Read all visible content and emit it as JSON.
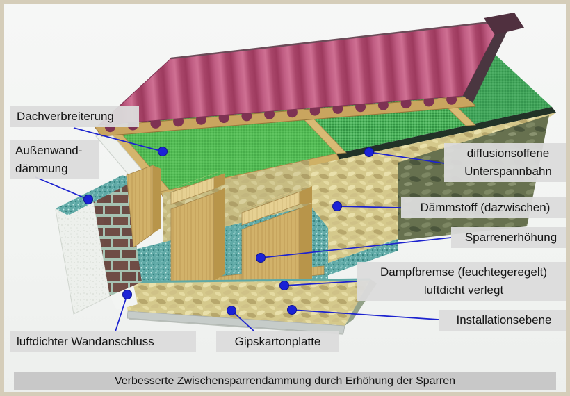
{
  "page": {
    "caption": "Verbesserte Zwischensparrendämmung durch Erhöhung der Sparren"
  },
  "callouts": {
    "dachverbreiterung": {
      "text": "Dachverbreiterung"
    },
    "aussenwanddaemmung": {
      "line1": "Außenwand-",
      "line2": "dämmung"
    },
    "unterspannbahn": {
      "line1": "diffusionsoffene",
      "line2": "Unterspannbahn"
    },
    "daemmstoff": {
      "text": "Dämmstoff (dazwischen)"
    },
    "sparrenerhoehung": {
      "text": "Sparrenerhöhung"
    },
    "dampfbremse": {
      "line1": "Dampfbremse (feuchtegeregelt)",
      "line2": "luftdicht verlegt"
    },
    "installationsebene": {
      "text": "Installationsebene"
    },
    "wandanschluss": {
      "text": "luftdichter Wandanschluss"
    },
    "gipskartonplatte": {
      "text": "Gipskartonplatte"
    }
  },
  "colors": {
    "callout_blue": "#1c22cf",
    "callout_dot": "#1b22d6",
    "label_bg": "#dbdbdb",
    "caption_bg": "#c8c8c8",
    "page_border": "#d5cdb9",
    "canvas_bg": "#f4f5f3",
    "roof_pink": "#c05d83",
    "underlay_green": "#49b058",
    "insulation_yellow": "#d5c98c",
    "insulation_side_olive": "#67714f",
    "vapor_barrier_teal": "#5fa9a6",
    "wood_tan": "#d2b26a",
    "brick_brown": "#6f4c45",
    "stucco_white": "#edf0ec",
    "gypsum_gray": "#c6ccc9",
    "text_color": "#141414"
  },
  "diagram_parts": [
    "roof-tiles",
    "roof-batten",
    "underlay-membrane",
    "counter-battens",
    "roof-extension-panel",
    "rafter",
    "rafter-extension",
    "insulation-between-rafters",
    "vapor-barrier",
    "installation-layer",
    "gypsum-board",
    "exterior-wall-insulation",
    "brick-wall",
    "wall-plate"
  ]
}
